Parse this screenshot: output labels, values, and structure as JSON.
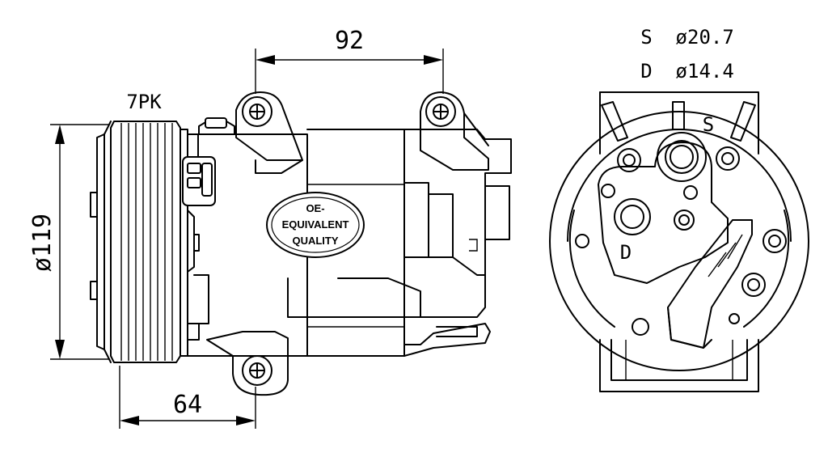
{
  "dimensions": {
    "width_top": "92",
    "width_bottom": "64",
    "pulley_diameter": "ø119",
    "belt_profile": "7PK"
  },
  "ports": {
    "suction_label": "S",
    "suction_size": "S  ø20.7",
    "discharge_size": "D  ø14.4",
    "discharge_label": "D"
  },
  "badge": {
    "line1": "OE-",
    "line2": "EQUIVALENT",
    "line3": "QUALITY"
  }
}
